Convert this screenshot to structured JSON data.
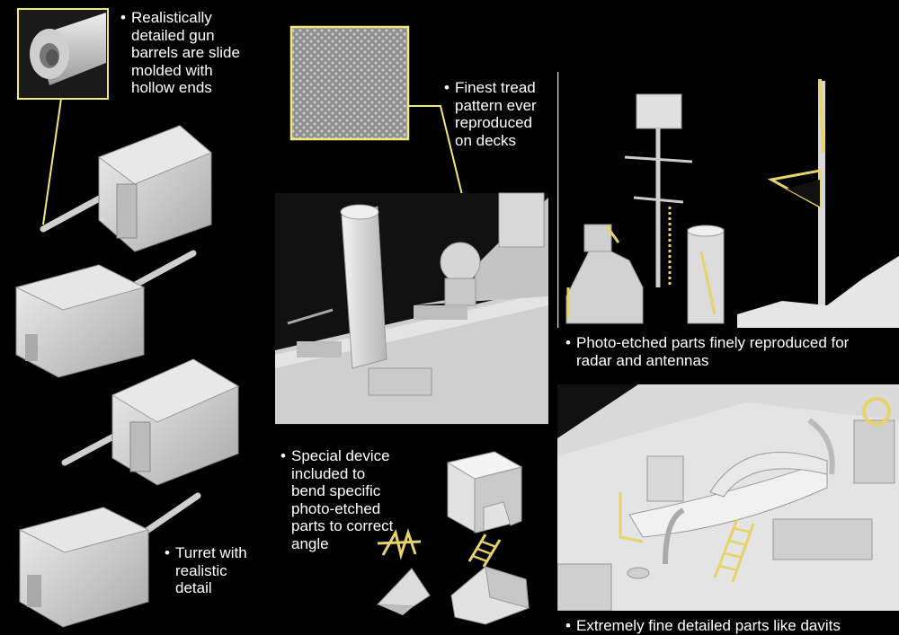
{
  "captions": {
    "gun_barrels": {
      "bullet": "•",
      "lines": [
        "Realistically",
        "detailed gun",
        "barrels are slide",
        "molded with",
        "hollow ends"
      ]
    },
    "tread": {
      "bullet": "•",
      "lines": [
        "Finest tread",
        "pattern ever",
        "reproduced",
        "on decks"
      ]
    },
    "photo_etched": {
      "bullet": "•",
      "lines": [
        "Photo-etched parts finely reproduced for",
        "radar and antennas"
      ]
    },
    "special_device": {
      "bullet": "•",
      "lines": [
        "Special device",
        "included to",
        "bend specific",
        "photo-etched",
        "parts to correct",
        "angle"
      ]
    },
    "turret": {
      "bullet": "•",
      "lines": [
        "Turret with",
        "realistic",
        "detail"
      ]
    },
    "davits": {
      "bullet": "•",
      "lines": [
        "Extremely fine detailed parts like davits"
      ]
    }
  },
  "colors": {
    "background": "#000000",
    "text": "#ffffff",
    "callout": "#f2e87a",
    "model_grey": "#d4d4d4",
    "photo_etch": "#e6d36a"
  }
}
